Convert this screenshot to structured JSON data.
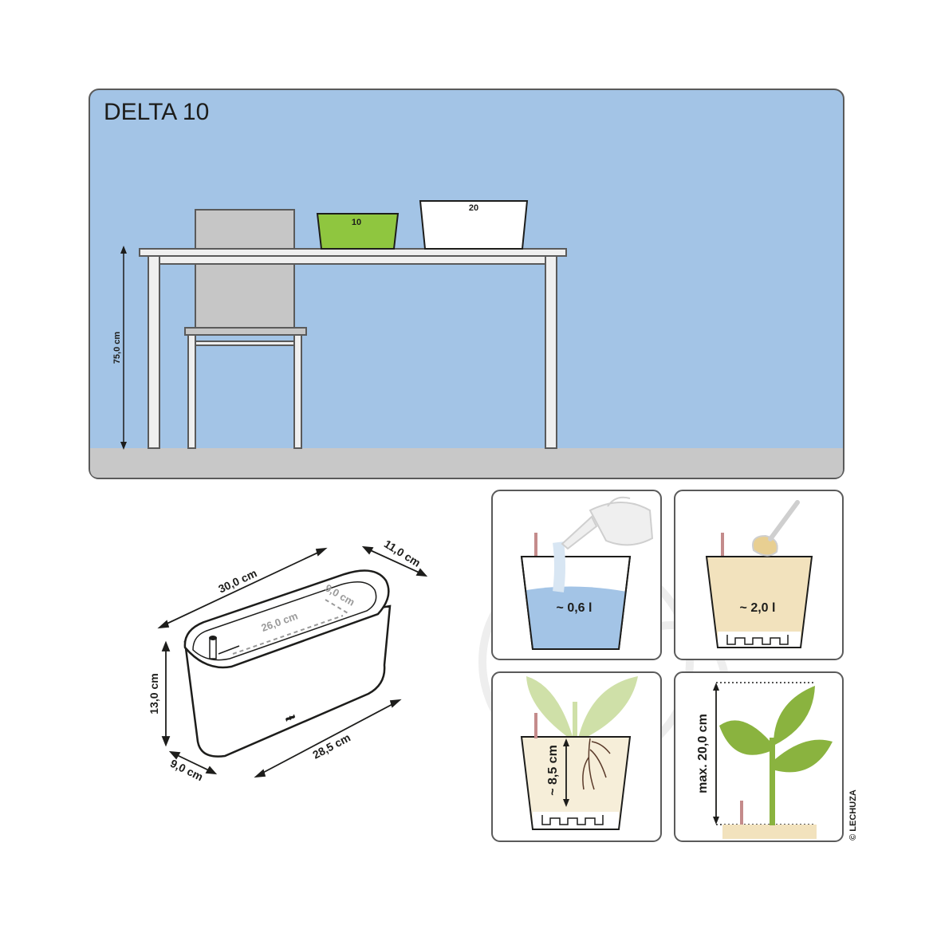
{
  "title": "DELTA 10",
  "scene": {
    "height_label": "75,0 cm",
    "planter_small_label": "10",
    "planter_large_label": "20",
    "colors": {
      "wall": "#a3c4e6",
      "floor": "#c8c8c8",
      "planter_small": "#8fc63f"
    }
  },
  "dimensions": {
    "length_top": "30,0 cm",
    "width_top": "11,0 cm",
    "height": "13,0 cm",
    "width_bottom": "9,0 cm",
    "length_bottom": "28,5 cm",
    "inner_length": "26,0 cm",
    "inner_width": "9,0 cm"
  },
  "steps": {
    "water": {
      "label": "~ 0,6 l",
      "color": "#a3c4e6"
    },
    "substrate": {
      "label": "~ 2,0 l",
      "color": "#f2e2bd"
    },
    "root": {
      "label": "~ 8,5 cm"
    },
    "plant": {
      "label": "max. 20,0 cm",
      "color": "#8ab33f"
    }
  },
  "copyright": "© LECHUZA"
}
